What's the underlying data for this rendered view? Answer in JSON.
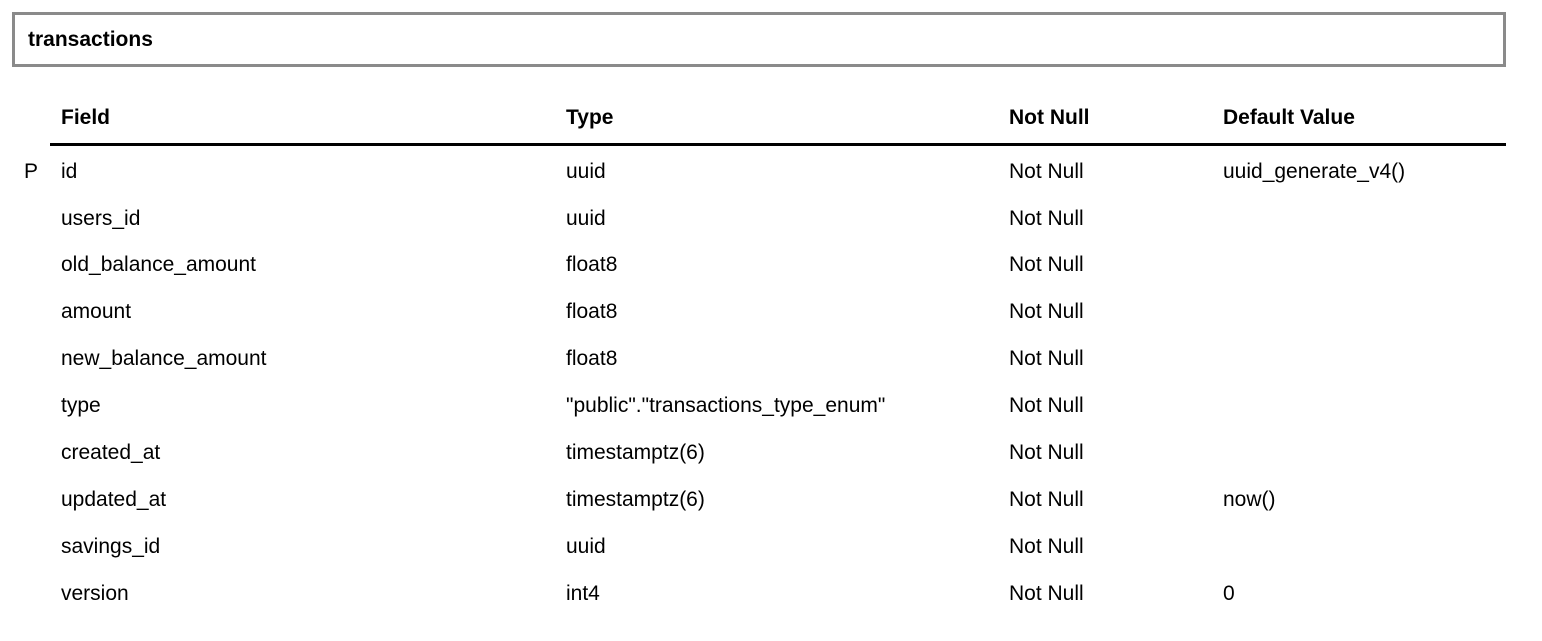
{
  "table": {
    "name": "transactions",
    "headers": {
      "field": "Field",
      "type": "Type",
      "not_null": "Not Null",
      "default": "Default Value"
    },
    "rows": [
      {
        "key": "P",
        "field": "id",
        "type": "uuid",
        "not_null": "Not Null",
        "default": "uuid_generate_v4()"
      },
      {
        "key": "",
        "field": "users_id",
        "type": "uuid",
        "not_null": "Not Null",
        "default": ""
      },
      {
        "key": "",
        "field": "old_balance_amount",
        "type": "float8",
        "not_null": "Not Null",
        "default": ""
      },
      {
        "key": "",
        "field": "amount",
        "type": "float8",
        "not_null": "Not Null",
        "default": ""
      },
      {
        "key": "",
        "field": "new_balance_amount",
        "type": "float8",
        "not_null": "Not Null",
        "default": ""
      },
      {
        "key": "",
        "field": "type",
        "type": "\"public\".\"transactions_type_enum\"",
        "not_null": "Not Null",
        "default": ""
      },
      {
        "key": "",
        "field": "created_at",
        "type": "timestamptz(6)",
        "not_null": "Not Null",
        "default": ""
      },
      {
        "key": "",
        "field": "updated_at",
        "type": "timestamptz(6)",
        "not_null": "Not Null",
        "default": "now()"
      },
      {
        "key": "",
        "field": "savings_id",
        "type": "uuid",
        "not_null": "Not Null",
        "default": ""
      },
      {
        "key": "",
        "field": "version",
        "type": "int4",
        "not_null": "Not Null",
        "default": "0"
      }
    ]
  }
}
